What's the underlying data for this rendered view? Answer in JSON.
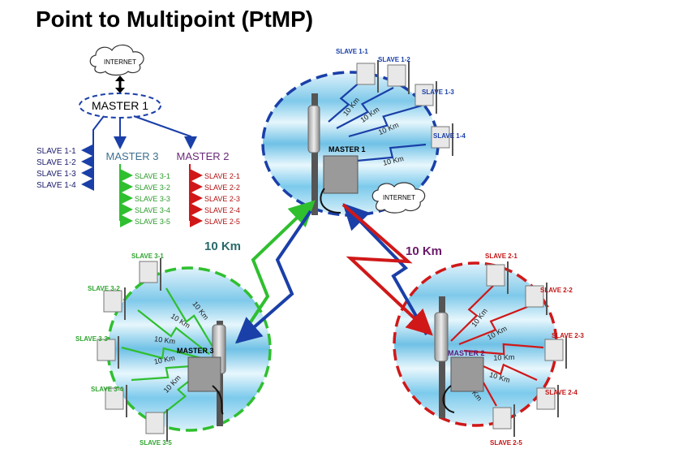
{
  "title": "Point to Multipoint (PtMP)",
  "colors": {
    "master1": "#1a3fa8",
    "master2": "#d01818",
    "master3": "#2fbf2f",
    "master3_label": "#3f6f8f",
    "master2_label": "#6a2a7a",
    "link_label_green": "#2a6a6a",
    "link_label_purple": "#6a1a6a"
  },
  "tree": {
    "internet": "INTERNET",
    "master1": "MASTER 1",
    "master3": "MASTER 3",
    "master2": "MASTER 2",
    "slaves1": [
      "SLAVE 1-1",
      "SLAVE 1-2",
      "SLAVE 1-3",
      "SLAVE 1-4"
    ],
    "slaves3": [
      "SLAVE 3-1",
      "SLAVE 3-2",
      "SLAVE 3-3",
      "SLAVE 3-4",
      "SLAVE 3-5"
    ],
    "slaves2": [
      "SLAVE 2-1",
      "SLAVE 2-2",
      "SLAVE 2-3",
      "SLAVE 2-4",
      "SLAVE 2-5"
    ]
  },
  "cell1": {
    "master": "MASTER 1",
    "internet": "INTERNET",
    "slaves": [
      "SLAVE 1-1",
      "SLAVE 1-2",
      "SLAVE 1-3",
      "SLAVE 1-4"
    ],
    "distance": "10 Km"
  },
  "cell3": {
    "master": "MASTER 3",
    "slaves": [
      "SLAVE 3-1",
      "SLAVE 3-2",
      "SLAVE 3-3",
      "SLAVE 3-4",
      "SLAVE 3-5"
    ],
    "distance": "10 Km"
  },
  "cell2": {
    "master": "MASTER 2",
    "slaves": [
      "SLAVE 2-1",
      "SLAVE 2-2",
      "SLAVE 2-3",
      "SLAVE 2-4",
      "SLAVE 2-5"
    ],
    "distance": "10 Km"
  },
  "links": {
    "green": "10 Km",
    "purple": "10 Km"
  }
}
